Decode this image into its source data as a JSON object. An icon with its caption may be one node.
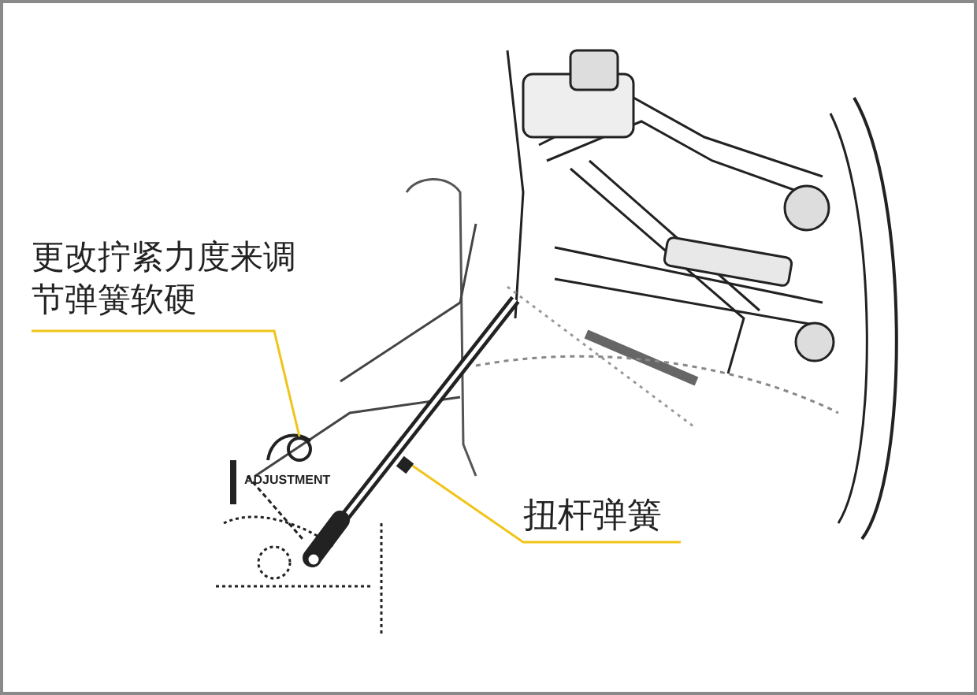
{
  "diagram": {
    "nodes": [
      {
        "text": [
          "更改拧紧力度来调节弹簧软硬"
        ]
      },
      {
        "text": [],
        "shape": "circle"
      },
      {
        "text": [
          "扭杆弹簧"
        ]
      },
      {
        "text": [],
        "shape": "bar"
      }
    ],
    "edges": [
      {
        "from": 0,
        "to": 1,
        "arrow": "none",
        "color": "#f0c419"
      },
      {
        "from": 2,
        "to": 3,
        "arrow": "none",
        "color": "#f0c419"
      }
    ],
    "labels": [
      "ADJUSTMENT"
    ]
  }
}
